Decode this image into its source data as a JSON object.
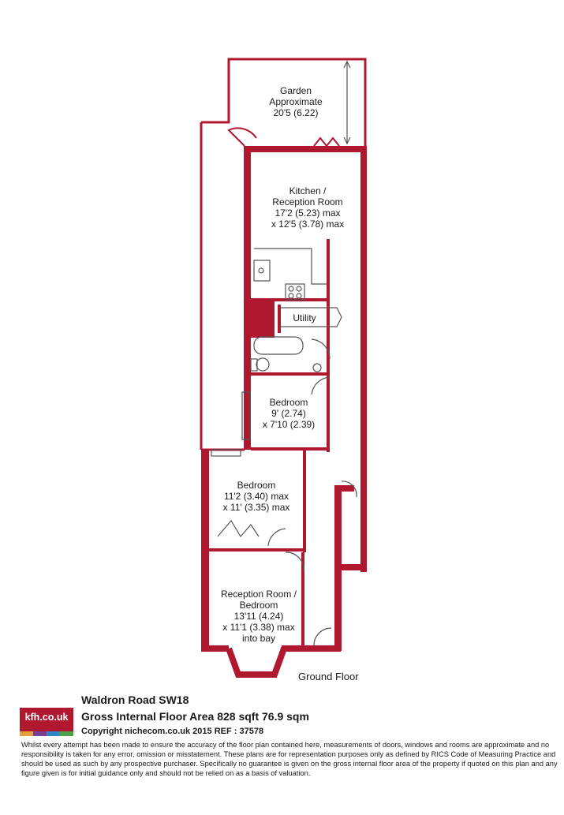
{
  "rooms": {
    "garden": {
      "lines": [
        "Garden",
        "Approximate",
        "20'5 (6.22)"
      ]
    },
    "kitchen": {
      "lines": [
        "Kitchen /",
        "Reception Room",
        "17'2 (5.23) max",
        "x 12'5 (3.78) max"
      ]
    },
    "utility": {
      "lines": [
        "Utility"
      ]
    },
    "bedroom_small": {
      "lines": [
        "Bedroom",
        "9' (2.74)",
        "x 7'10 (2.39)"
      ]
    },
    "bedroom_large": {
      "lines": [
        "Bedroom",
        "11'2 (3.40) max",
        "x 11' (3.35) max"
      ]
    },
    "reception": {
      "lines": [
        "Reception Room /",
        "Bedroom",
        "13'11 (4.24)",
        "x 11'1 (3.38) max",
        "into bay"
      ]
    }
  },
  "floor_label": "Ground Floor",
  "footer": {
    "logo_text": "kfh.co.uk",
    "logo_stripes": [
      "#e3a33a",
      "#7b3f91",
      "#2f86c8",
      "#4ea04a"
    ],
    "address": "Waldron Road  SW18",
    "area": "Gross Internal Floor Area 828 sqft 76.9 sqm",
    "copyright": "Copyright nichecom.co.uk 2015 REF : 37578",
    "disclaimer": "Whilst every attempt has been made to ensure the accuracy of the floor plan contained here, measurements of doors, windows and rooms are approximate and no responsibility is taken for any error, omission or misstatement.  These plans are for representation purposes only as defined by RICS Code of Measuring Practice and should be used as such by any prospective purchaser.  Specifically no guarantee is given on the gross internal floor area of the property if quoted on this plan and any figure given is for initial guidance only and should not be relied on as a basis of valuation."
  },
  "colors": {
    "wall": "#b0182f",
    "fixture": "#555555"
  }
}
